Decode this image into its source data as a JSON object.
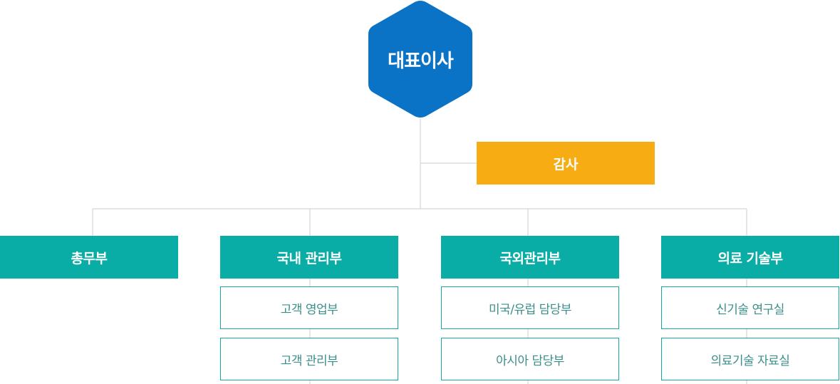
{
  "colors": {
    "ceo": "#0a73c5",
    "audit": "#f8ac14",
    "department": "#0aada5",
    "sub_border": "#18a6a0",
    "sub_text": "#3a8f8b",
    "connector": "#cccccc"
  },
  "ceo": {
    "label": "대표이사"
  },
  "audit": {
    "label": "감사"
  },
  "departments": [
    {
      "label": "총무부",
      "subs": []
    },
    {
      "label": "국내 관리부",
      "subs": [
        "고객 영업부",
        "고객 관리부"
      ]
    },
    {
      "label": "국외관리부",
      "subs": [
        "미국/유럽 담당부",
        "아시아 담당부"
      ]
    },
    {
      "label": "의료 기술부",
      "subs": [
        "신기술 연구실",
        "의료기술 자료실"
      ]
    }
  ]
}
